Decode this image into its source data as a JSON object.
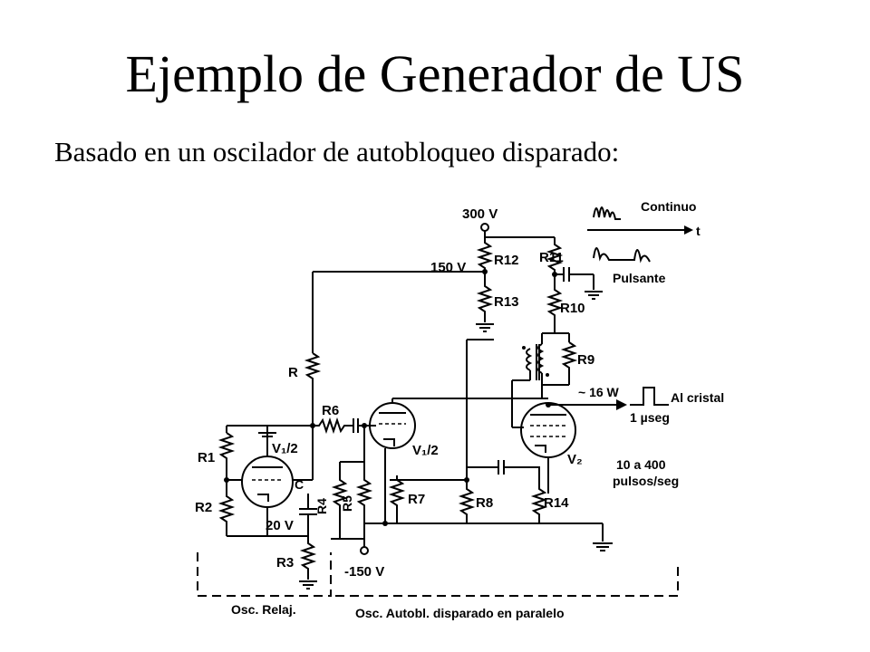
{
  "slide": {
    "title": "Ejemplo de Generador de US",
    "subtitle": "Basado en un oscilador de autobloqueo disparado:"
  },
  "schematic": {
    "labels": {
      "v300": "300 V",
      "v150": "150 V",
      "r12": "R12",
      "r11": "R11",
      "r13": "R13",
      "r10": "R10",
      "r9": "R9",
      "r": "R",
      "r6": "R6",
      "r1": "R1",
      "r2": "R2",
      "r3": "R3",
      "r4": "R4",
      "r5": "R5",
      "r7": "R7",
      "r8": "R8",
      "r14": "R14",
      "c": "C",
      "v20": "20 V",
      "vneg150": "-150 V",
      "v1a": "V₁/2",
      "v1b": "V₁/2",
      "v2": "V₂",
      "power": "~ 16 W",
      "duration": "1 µseg",
      "cristal": "Al cristal",
      "rate1": "10 a 400",
      "rate2": "pulsos/seg",
      "continuo": "Continuo",
      "t": "t",
      "pulsante": "Pulsante",
      "osc_relaj": "Osc. Relaj.",
      "osc_autobl": "Osc. Autobl. disparado en paralelo"
    }
  }
}
